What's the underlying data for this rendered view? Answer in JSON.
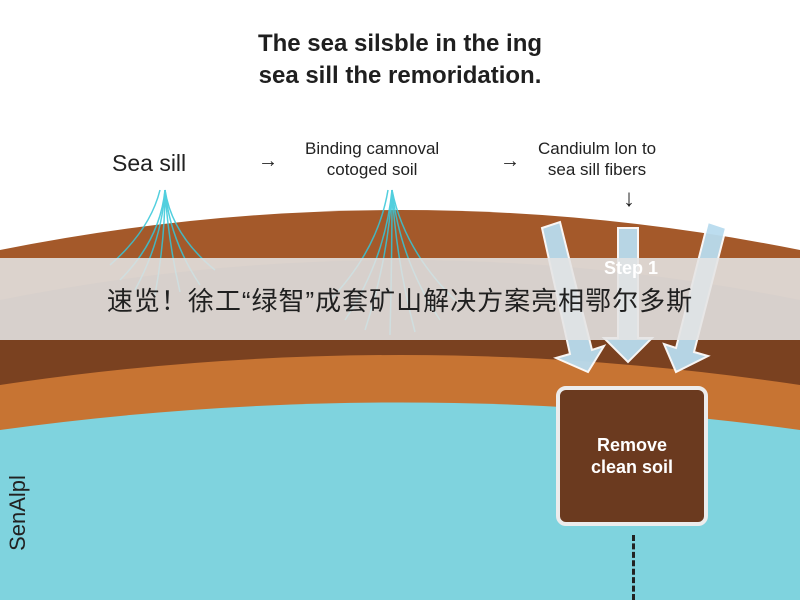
{
  "title": {
    "line1": "The sea silsble in the ing",
    "line2": "sea sill the remoridation."
  },
  "labels": {
    "sea_sill": "Sea sill",
    "binding_line1": "Binding camnoval",
    "binding_line2": "cotoged soil",
    "cadmium_line1": "Candiulm lon to",
    "cadmium_line2": "sea sill fibers",
    "step": "Step 1",
    "remove_line1": "Remove",
    "remove_line2": "clean soil",
    "side": "SenAlpl"
  },
  "banner": {
    "text": "速览！徐工“绿智”成套矿山解决方案亮相鄂尔多斯"
  },
  "glyphs": {
    "arrow_right": "→",
    "arrow_down": "↓"
  },
  "colors": {
    "ground_top": "#a4592a",
    "ground_dark": "#7a4120",
    "ground_band": "#c77433",
    "water": "#7fd3de",
    "fiber": "#35c7d9",
    "big_arrow": "#b9dcef"
  }
}
